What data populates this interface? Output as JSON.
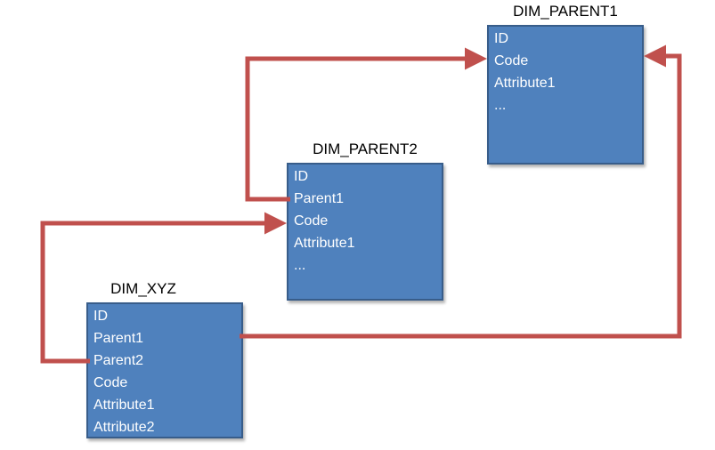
{
  "diagram": {
    "tables": [
      {
        "title": "DIM_PARENT1",
        "fields": [
          "ID",
          "Code",
          "Attribute1",
          "..."
        ]
      },
      {
        "title": "DIM_PARENT2",
        "fields": [
          "ID",
          "Parent1",
          "Code",
          "Attribute1",
          "..."
        ]
      },
      {
        "title": "DIM_XYZ",
        "fields": [
          "ID",
          "Parent1",
          "Parent2",
          "Code",
          "Attribute1",
          "Attribute2"
        ]
      }
    ],
    "relationships": [
      {
        "from_table": "DIM_PARENT2",
        "from_field": "Parent1",
        "to_table": "DIM_PARENT1"
      },
      {
        "from_table": "DIM_XYZ",
        "from_field": "Parent2",
        "to_table": "DIM_PARENT2"
      },
      {
        "from_table": "DIM_XYZ",
        "from_field": "Parent1",
        "to_table": "DIM_PARENT1"
      }
    ],
    "colors": {
      "box_fill": "#4F81BD",
      "box_border": "#385D8A",
      "arrow": "#C0504D",
      "title_text": "#000000",
      "field_text": "#FFFFFF"
    }
  }
}
